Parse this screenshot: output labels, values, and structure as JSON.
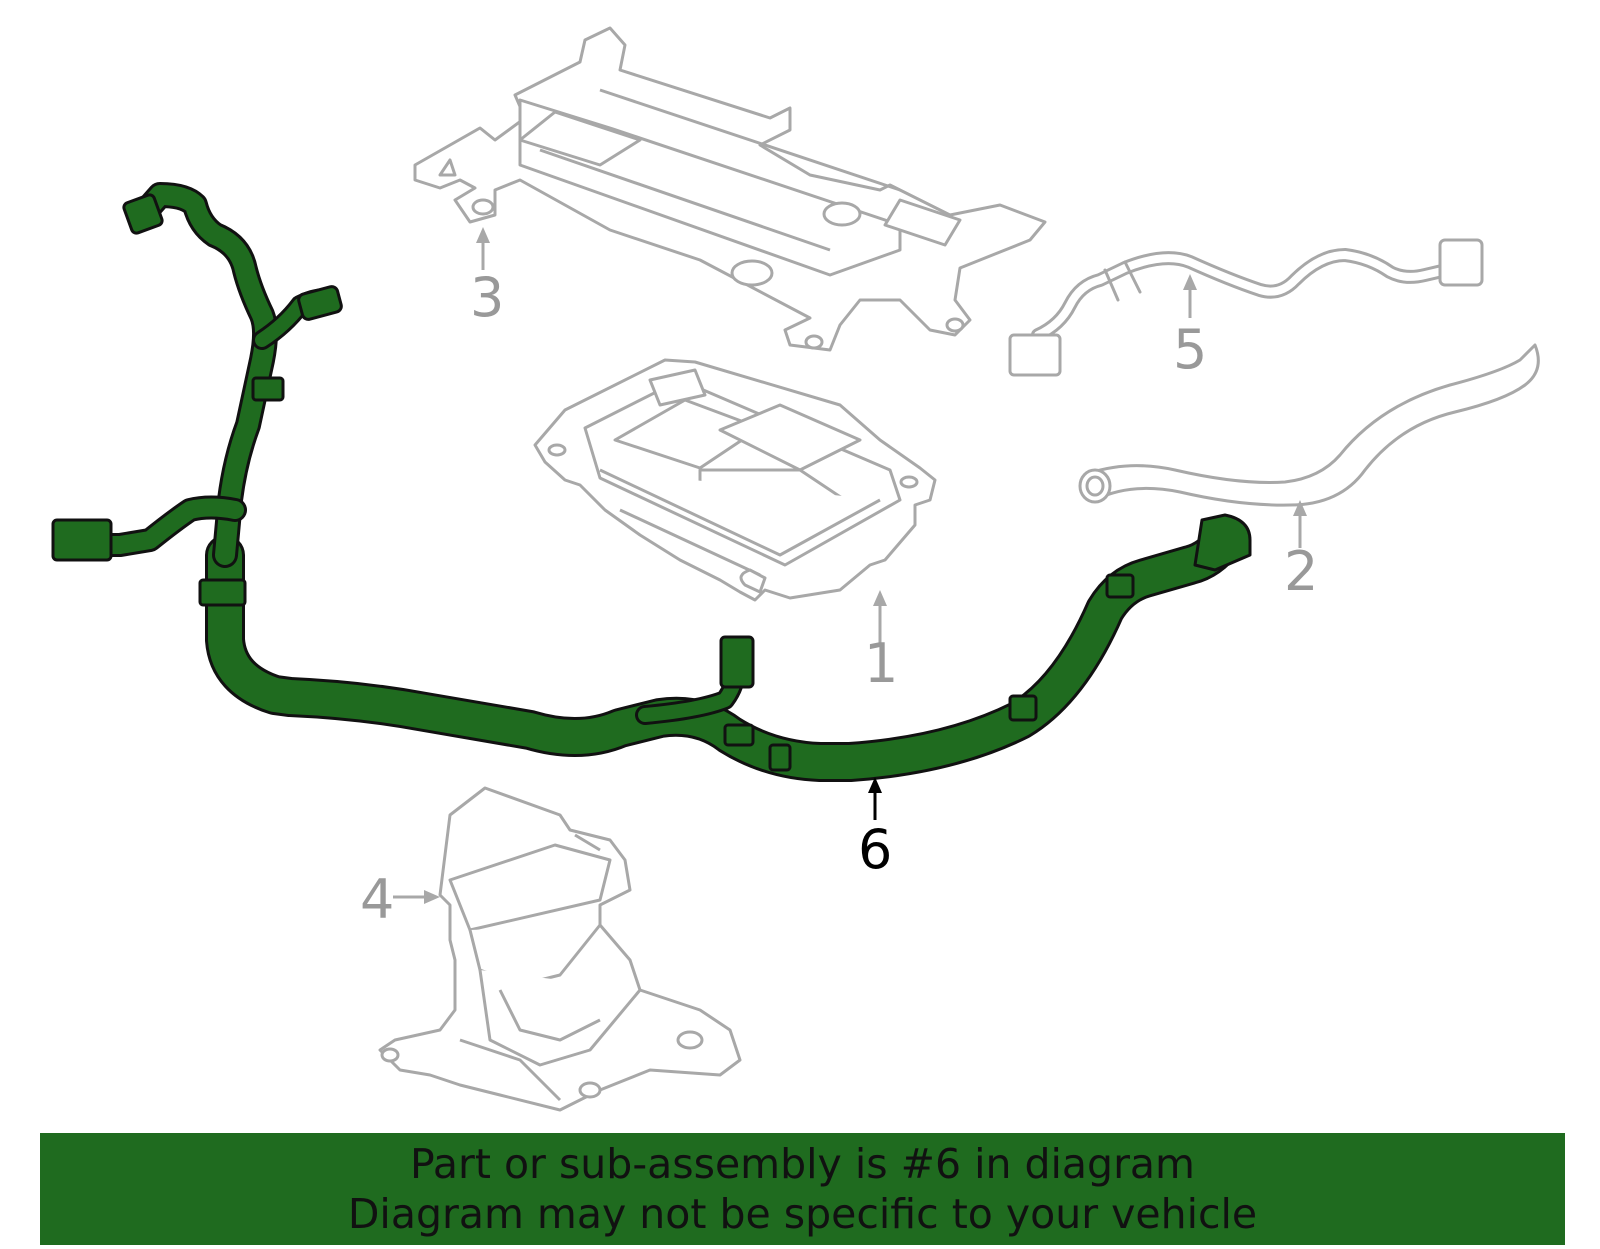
{
  "callouts": [
    {
      "id": "1",
      "label": "1",
      "highlighted": false
    },
    {
      "id": "2",
      "label": "2",
      "highlighted": false
    },
    {
      "id": "3",
      "label": "3",
      "highlighted": false
    },
    {
      "id": "4",
      "label": "4",
      "highlighted": false
    },
    {
      "id": "5",
      "label": "5",
      "highlighted": false
    },
    {
      "id": "6",
      "label": "6",
      "highlighted": true
    }
  ],
  "banner": {
    "line1": "Part or sub-assembly is #6 in diagram",
    "line2": "Diagram may not be specific to your vehicle"
  },
  "colors": {
    "highlight_fill": "#1f6b1f",
    "banner_bg": "#1f6b1f",
    "part_gray": "#a8a8a8",
    "outline": "#111111",
    "label_highlight": "#000000",
    "label_gray": "#999999"
  }
}
